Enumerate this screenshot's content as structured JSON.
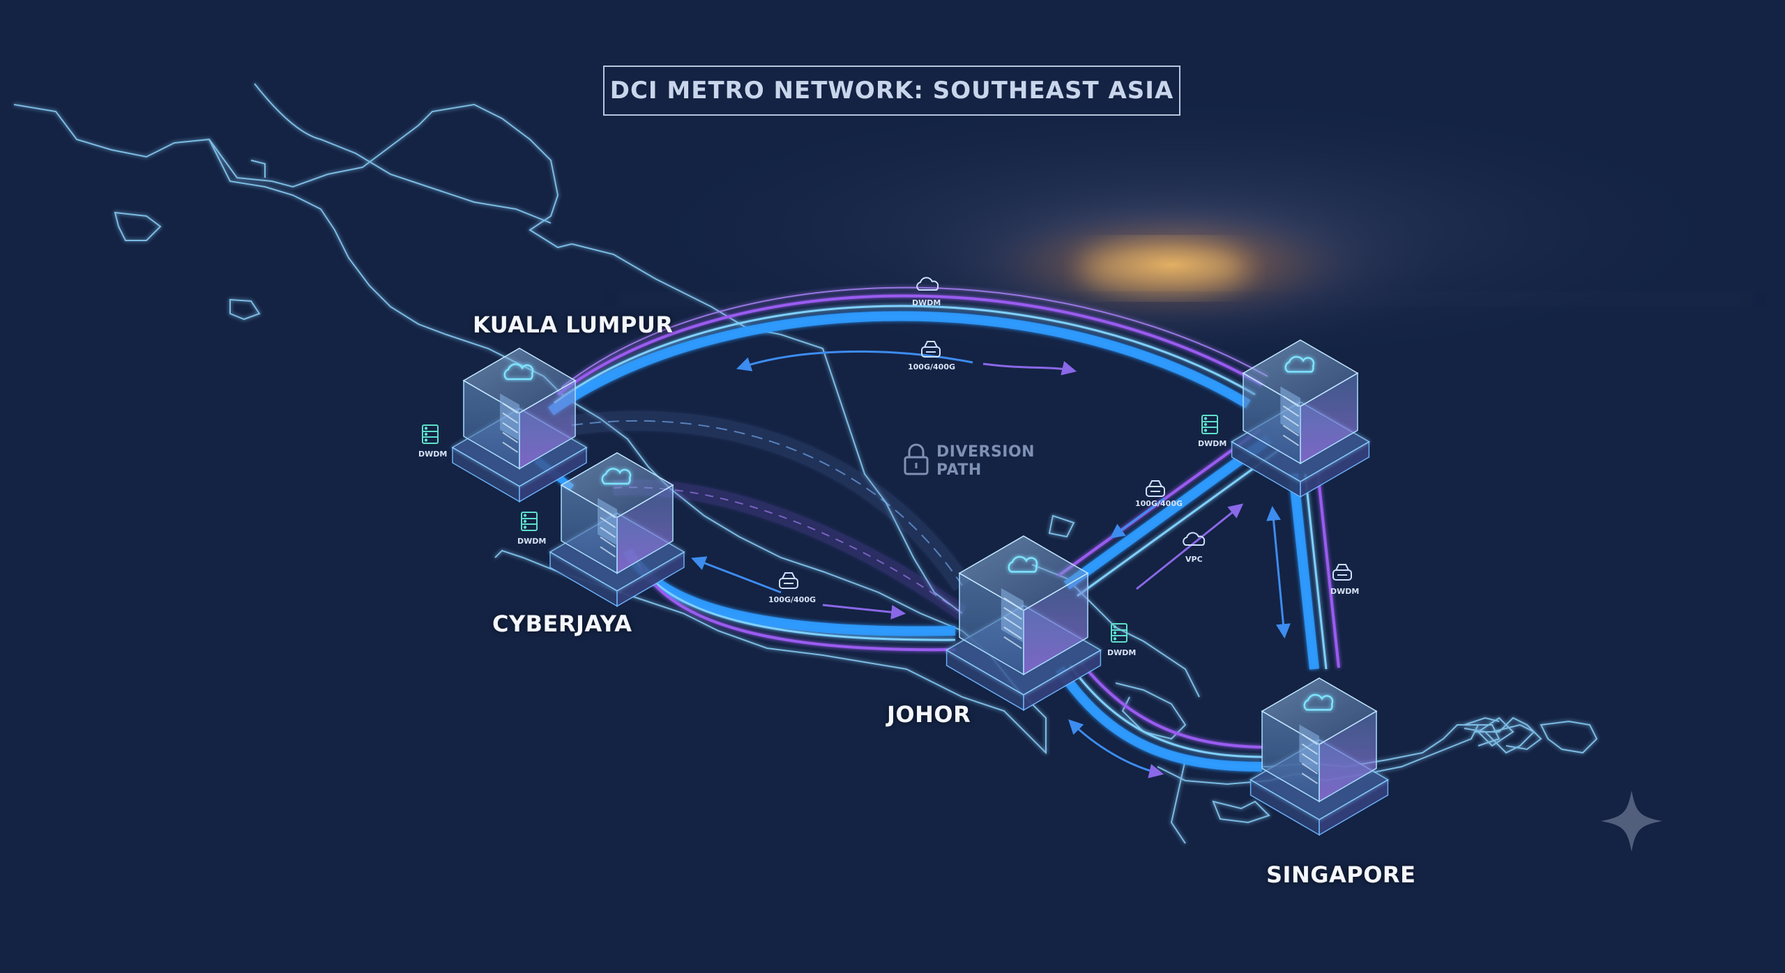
{
  "title": "DCI METRO NETWORK: SOUTHEAST ASIA",
  "cities": {
    "kuala_lumpur": "KUALA LUMPUR",
    "cyberjaya": "CYBERJAYA",
    "johor": "JOHOR",
    "singapore": "SINGAPORE"
  },
  "diversion": {
    "line1": "DIVERSION",
    "line2": "PATH"
  },
  "link_labels": {
    "dwdm": "DWDM",
    "rate": "100G/400G",
    "vpc": "VPC"
  },
  "icons": {
    "node": "cloud-datacenter-cube-icon",
    "dwdm": "server-rack-icon",
    "rate": "router-icon",
    "dwdm_cloud": "cloud-icon",
    "vpc": "cloud-code-icon",
    "lock": "lock-icon",
    "sparkle": "sparkle-icon"
  },
  "colors": {
    "background": "#142344",
    "link_blue": "#2f9bff",
    "link_purple": "#9a5cf0",
    "coastline": "#7fd0ff",
    "sunset": "#f0a850"
  }
}
